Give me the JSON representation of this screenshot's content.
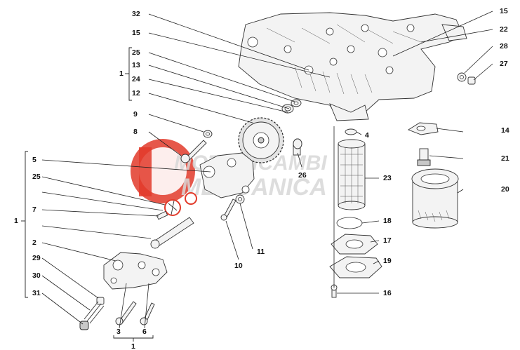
{
  "watermark": {
    "line1": "MOTORICAMBI",
    "line2": "MECCANICA",
    "accent": "#e23a2a"
  },
  "callouts": {
    "c32": "32",
    "c15a": "15",
    "c15b": "15",
    "c22": "22",
    "c28": "28",
    "c27": "27",
    "c25a": "25",
    "c13": "13",
    "c24": "24",
    "c12": "12",
    "c9": "9",
    "c8": "8",
    "c1a": "1",
    "c4": "4",
    "c14": "14",
    "c21": "21",
    "c26": "26",
    "c5": "5",
    "c23": "23",
    "c20": "20",
    "c25b": "25",
    "c7": "7",
    "c1b": "1",
    "c18": "18",
    "c2": "2",
    "c17": "17",
    "c29": "29",
    "c11": "11",
    "c19": "19",
    "c30": "30",
    "c10": "10",
    "c31": "31",
    "c16": "16",
    "c3": "3",
    "c6": "6",
    "c1c": "1"
  }
}
